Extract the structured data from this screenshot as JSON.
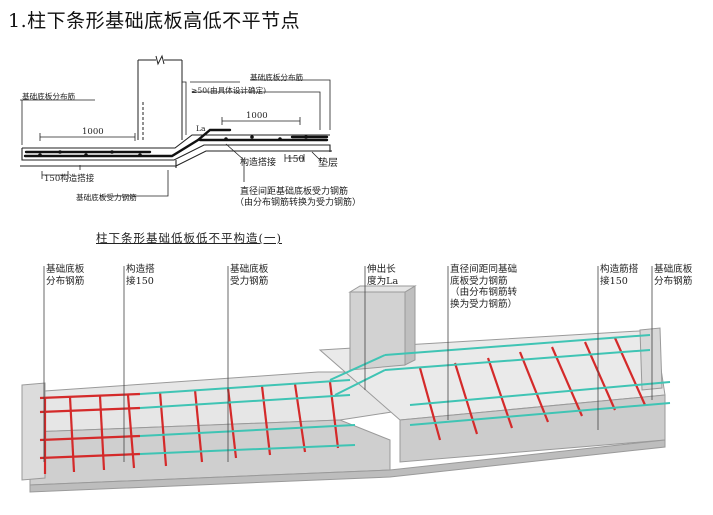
{
  "title": "1.柱下条形基础底板高低不平节点",
  "section_drawing": {
    "labels": {
      "top_right_bar": "基础底板分布筋",
      "left_bar": "基础底板分布筋",
      "offset_note": "≥50(由具体设计确定)",
      "dim_left": "1000",
      "dim_right": "1000",
      "lap": "La",
      "lap_150_left": "150构造搭接",
      "lap_150_right_text": "构造搭接",
      "lap_150_right_num": "150",
      "cushion": "垫层",
      "bottom_bar": "基础底板受力钢筋",
      "note_line1": "直径间距基础底板受力钢筋",
      "note_line2": "（由分布钢筋转换为受力钢筋）"
    },
    "caption": "柱下条形基础低板低不平构造(一)"
  },
  "iso_drawing": {
    "callouts": {
      "c1": "基础底板\n分布钢筋",
      "c2": "构造搭\n接150",
      "c3": "基础底板\n受力钢筋",
      "c4": "伸出长\n度为La",
      "c5": "直径间距同基础\n底板受力钢筋\n（由分布钢筋转\n换为受力钢筋）",
      "c6": "构造筋搭\n接150",
      "c7": "基础底板\n分布钢筋"
    },
    "colors": {
      "rebar_red": "#d42a2a",
      "rebar_cyan": "#3fc4b4",
      "concrete": "#d8d8d8",
      "concrete_edge": "#9a9a9a"
    }
  }
}
